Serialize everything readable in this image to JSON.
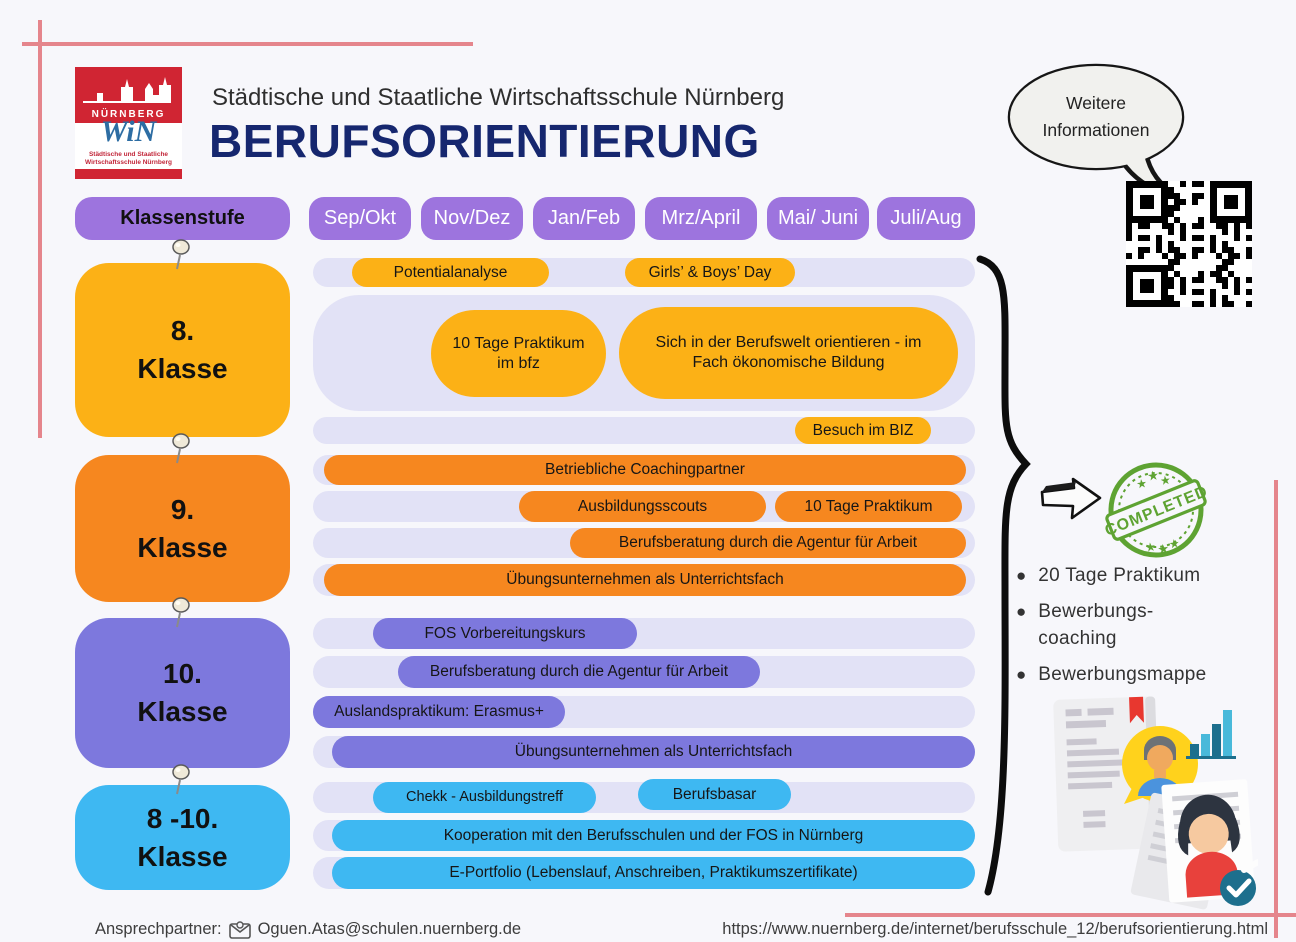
{
  "header": {
    "logo": {
      "city": "NÜRNBERG",
      "script": "WiN",
      "sub1": "Städtische und Staatliche",
      "sub2": "Wirtschaftsschule Nürnberg"
    },
    "subtitle": "Städtische und Staatliche Wirtschaftsschule Nürnberg",
    "title": "BERUFSORIENTIERUNG"
  },
  "info_bubble": {
    "line1": "Weitere",
    "line2": "Informationen"
  },
  "legend": {
    "klassenstufe": "Klassenstufe",
    "months": [
      "Sep/Okt",
      "Nov/Dez",
      "Jan/Feb",
      "Mrz/April",
      "Mai/ Juni",
      "Juli/Aug"
    ]
  },
  "sections": [
    {
      "grade": "8.",
      "label": "Klasse",
      "color": "#fcb116",
      "activities": [
        "Potentialanalyse",
        "Girls’ & Boys’ Day",
        "10 Tage Praktikum\nim bfz",
        "Sich in der Berufswelt orientieren - im Fach ökonomische Bildung",
        "Besuch im BIZ"
      ]
    },
    {
      "grade": "9.",
      "label": "Klasse",
      "color": "#f6871f",
      "activities": [
        "Betriebliche Coachingpartner",
        "Ausbildungsscouts",
        "10 Tage Praktikum",
        "Berufsberatung durch die Agentur für Arbeit",
        "Übungsunternehmen als Unterrichtsfach"
      ]
    },
    {
      "grade": "10.",
      "label": "Klasse",
      "color": "#7d78dd",
      "activities": [
        "FOS Vorbereitungskurs",
        "Berufsberatung durch die Agentur für Arbeit",
        "Auslandspraktikum: Erasmus+",
        "Übungsunternehmen als Unterrichtsfach"
      ]
    },
    {
      "grade": "8 -10.",
      "label": "Klasse",
      "color": "#3eb8f2",
      "activities": [
        "Chekk - Ausbildungstreff",
        "Berufsbasar",
        "Kooperation mit den Berufsschulen und der FOS in Nürnberg",
        "E-Portfolio (Lebenslauf, Anschreiben, Praktikumszertifikate)"
      ]
    }
  ],
  "completed_panel": {
    "stamp": "COMPLETED",
    "bullets": [
      "20 Tage Praktikum",
      "Bewerbungs-\ncoaching",
      "Bewerbungsmappe"
    ]
  },
  "footer": {
    "contact_label": "Ansprechpartner:",
    "email": "Oguen.Atas@schulen.nuernberg.de",
    "url": "https://www.nuernberg.de/internet/berufsschule_12/berufsorientierung.html"
  },
  "colors": {
    "grade8": "#fcb116",
    "grade9": "#f6871f",
    "grade10": "#7d78dd",
    "grade810": "#3eb8f2",
    "month_pill": "#9d74de",
    "track": "#e2e2f6",
    "title": "#16276f",
    "stamp_green": "#5ea332",
    "crop_mark_pink": "#e5858c"
  }
}
